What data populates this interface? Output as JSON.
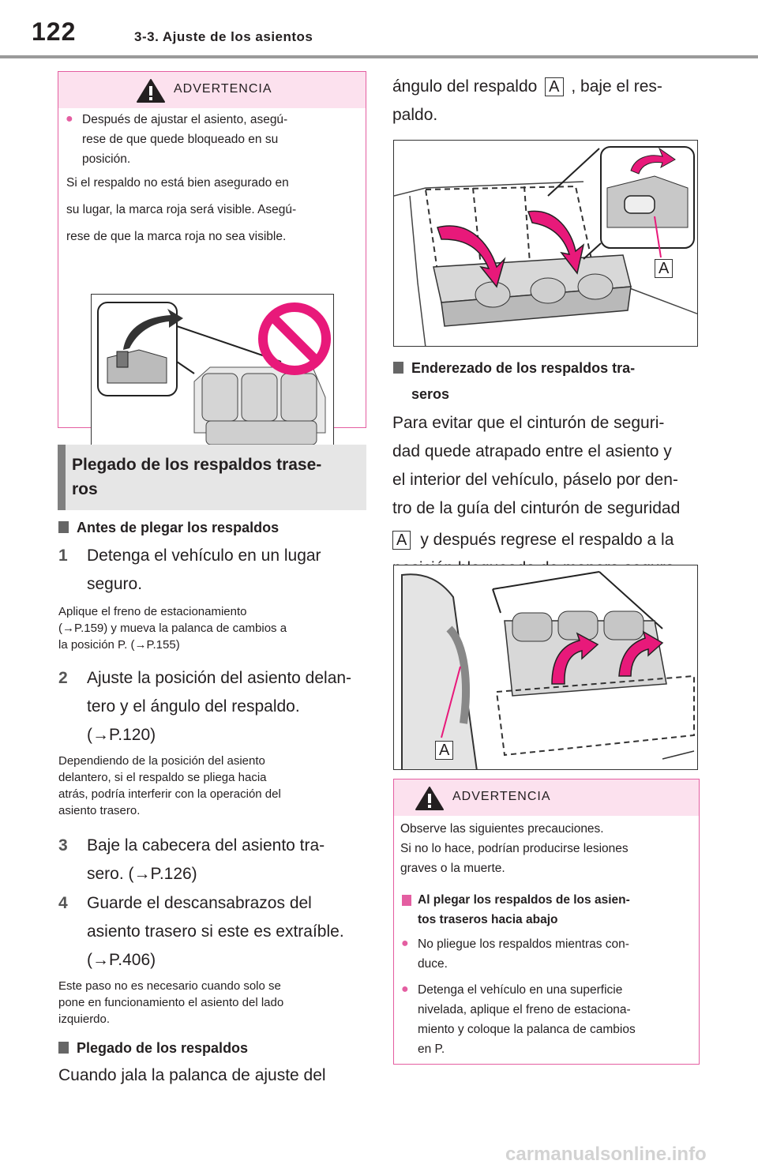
{
  "header": {
    "page_number": "122",
    "section": "3-3. Ajuste de los asientos"
  },
  "warning1": {
    "title": "ADVERTENCIA",
    "bullet_text": "Después de ajustar el asiento, asegú-rese de que quede bloqueado en su posición.",
    "bullet_lines": [
      "Después de ajustar el asiento, asegú-",
      "rese de que quede bloqueado en su",
      "posición."
    ],
    "para_lines": [
      "Si el respaldo no está bien asegurado en",
      "su lugar, la marca roja será visible. Asegú-",
      "rese de que la marca roja no sea visible."
    ]
  },
  "section_title_lines": [
    "Plegado de los respaldos trase-",
    "ros"
  ],
  "subhead1": "Antes de plegar los respaldos",
  "steps": [
    {
      "num": "1",
      "lines": [
        "Detenga el vehículo en un lugar",
        "seguro."
      ]
    },
    {
      "num": "2",
      "lines": [
        "Ajuste la posición del asiento delan-",
        "tero y el ángulo del respaldo.",
        "(→P.120)"
      ]
    },
    {
      "num": "3",
      "lines": [
        "Baje la cabecera del asiento tra-",
        "sero. (→P.126)"
      ]
    },
    {
      "num": "4",
      "lines": [
        "Guarde el descansabrazos del",
        "asiento trasero si este es extraíble.",
        "(→P.406)"
      ]
    }
  ],
  "notes": [
    [
      "Aplique el freno de estacionamiento",
      "(→P.159) y mueva la palanca de cambios a",
      "la posición P. (→P.155)"
    ],
    [
      "Dependiendo de la posición del asiento",
      "delantero, si el respaldo se pliega hacia",
      "atrás, podría interferir con la operación del",
      "asiento trasero."
    ],
    [
      "Este paso no es necesario cuando solo se",
      "pone en funcionamiento el asiento del lado",
      "izquierdo."
    ]
  ],
  "subhead2": "Plegado de los respaldos",
  "fold_text_left": "Cuando jala la palanca de ajuste del",
  "fold_text_right_a": "ángulo del respaldo",
  "fold_text_right_b": ", baje el res-",
  "fold_text_right_c": "paldo.",
  "label_A": "A",
  "subhead3_lines": [
    "Enderezado de los respaldos tra-",
    "seros"
  ],
  "upright_lines": [
    "Para evitar que el cinturón de seguri-",
    "dad quede atrapado entre el asiento y",
    "el interior del vehículo, páselo por den-",
    "tro de la guía del cinturón de seguridad"
  ],
  "upright_line5": "y después regrese el respaldo a la",
  "upright_line6": "posición bloqueada de manera segura.",
  "warning2": {
    "title": "ADVERTENCIA",
    "intro_lines": [
      "Observe las siguientes precauciones.",
      "Si no lo hace, podrían producirse lesiones",
      "graves o la muerte."
    ],
    "subhead_lines": [
      "Al plegar los respaldos de los asien-",
      "tos traseros hacia abajo"
    ],
    "bullet1_lines": [
      "No pliegue los respaldos mientras con-",
      "duce."
    ],
    "bullet2_lines": [
      "Detenga el vehículo en una superficie",
      "nivelada, aplique el freno de estaciona-",
      "miento y coloque la palanca de cambios",
      "en P."
    ]
  },
  "watermark": "carmanualsonline.info",
  "colors": {
    "warning_border": "#e45ea1",
    "warning_bg": "#fde6f1",
    "prohibit_red": "#e8197a"
  }
}
